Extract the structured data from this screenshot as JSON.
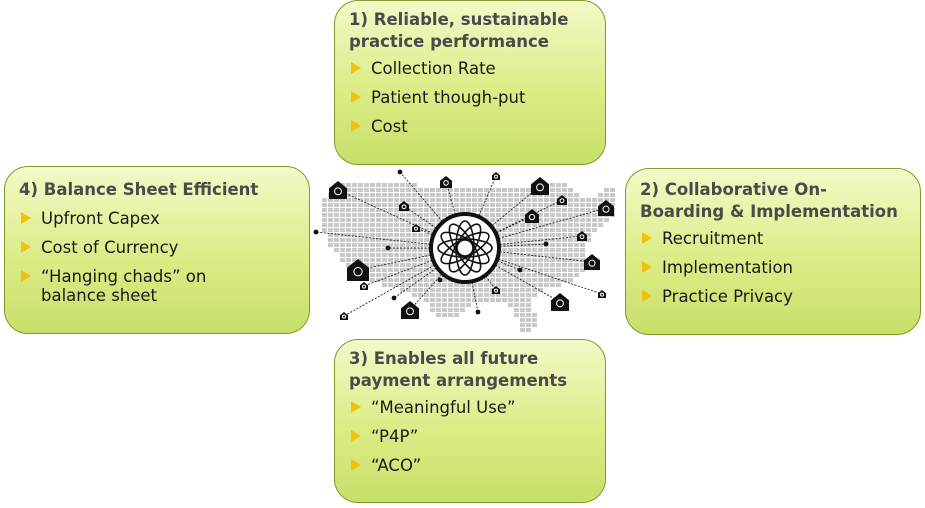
{
  "boxes": {
    "b1": {
      "title_line1": "1) Reliable, sustainable",
      "title_line2": "practice performance",
      "items": [
        "Collection Rate",
        "Patient though-put",
        "Cost"
      ]
    },
    "b2": {
      "title_line1": "2) Collaborative On-",
      "title_line2": "Boarding & Implementation",
      "items": [
        "Recruitment",
        "Implementation",
        "Practice Privacy"
      ]
    },
    "b3": {
      "title_line1": "3) Enables all future",
      "title_line2": "payment arrangements",
      "items": [
        "“Meaningful Use”",
        "“P4P”",
        "“ACO”"
      ]
    },
    "b4": {
      "title": "4) Balance Sheet Efficient",
      "items": [
        "Upfront Capex",
        "Cost of Currency",
        "“Hanging chads” on balance sheet"
      ]
    }
  },
  "colors": {
    "box_fill": "#dcec86",
    "box_border": "#7f9a2a",
    "bullet": "#f2c10a",
    "map": "#c8c8c8",
    "node": "#111111"
  },
  "icons": {
    "bullet": "triangle-bullet-icon",
    "hub": "network-hub-icon",
    "node": "practice-house-icon",
    "map": "us-map-icon"
  }
}
